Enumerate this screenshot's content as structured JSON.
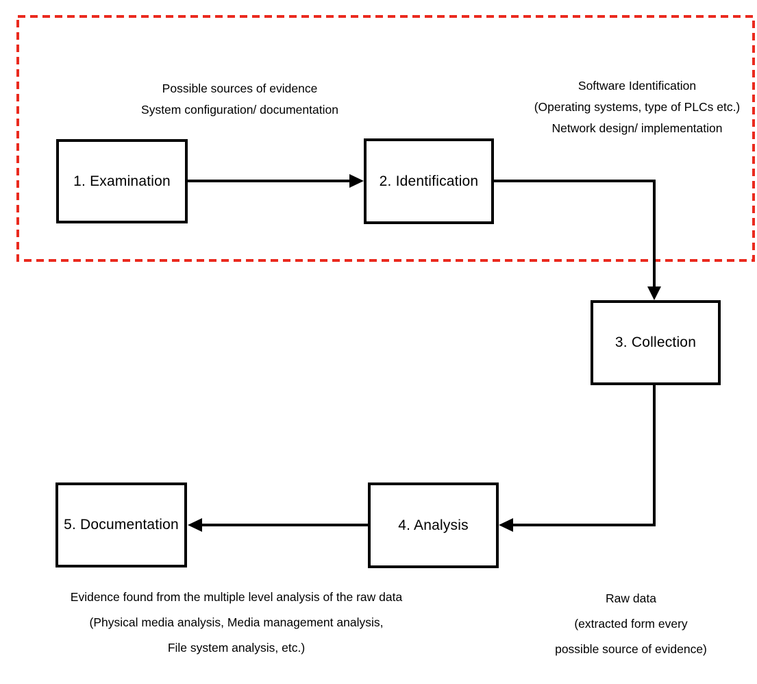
{
  "colors": {
    "accent_red": "#ea2a1e",
    "line_black": "#000000",
    "background": "#ffffff"
  },
  "flowchart": {
    "steps": [
      {
        "id": 1,
        "label": "1. Examination"
      },
      {
        "id": 2,
        "label": "2. Identification"
      },
      {
        "id": 3,
        "label": "3. Collection"
      },
      {
        "id": 4,
        "label": "4. Analysis"
      },
      {
        "id": 5,
        "label": "5. Documentation"
      }
    ],
    "annotations": [
      {
        "attached_to": "arrow-examination-to-identification",
        "lines": [
          "Possible sources of evidence",
          "System configuration/ documentation"
        ]
      },
      {
        "attached_to": "arrow-identification-to-collection",
        "lines": [
          "Software Identification",
          "(Operating systems, type of PLCs etc.)",
          "Network design/ implementation"
        ]
      },
      {
        "attached_to": "step-box-documentation",
        "lines": [
          "Evidence found from the multiple level analysis of the raw data",
          "(Physical media analysis, Media management analysis,",
          "File system analysis, etc.)"
        ]
      },
      {
        "attached_to": "arrow-collection-to-analysis",
        "lines": [
          "Raw data",
          "(extracted form every",
          "possible source of evidence)"
        ]
      }
    ],
    "highlight_region": {
      "encloses_steps": [
        1,
        2
      ],
      "style": "red-dashed-rectangle"
    }
  }
}
